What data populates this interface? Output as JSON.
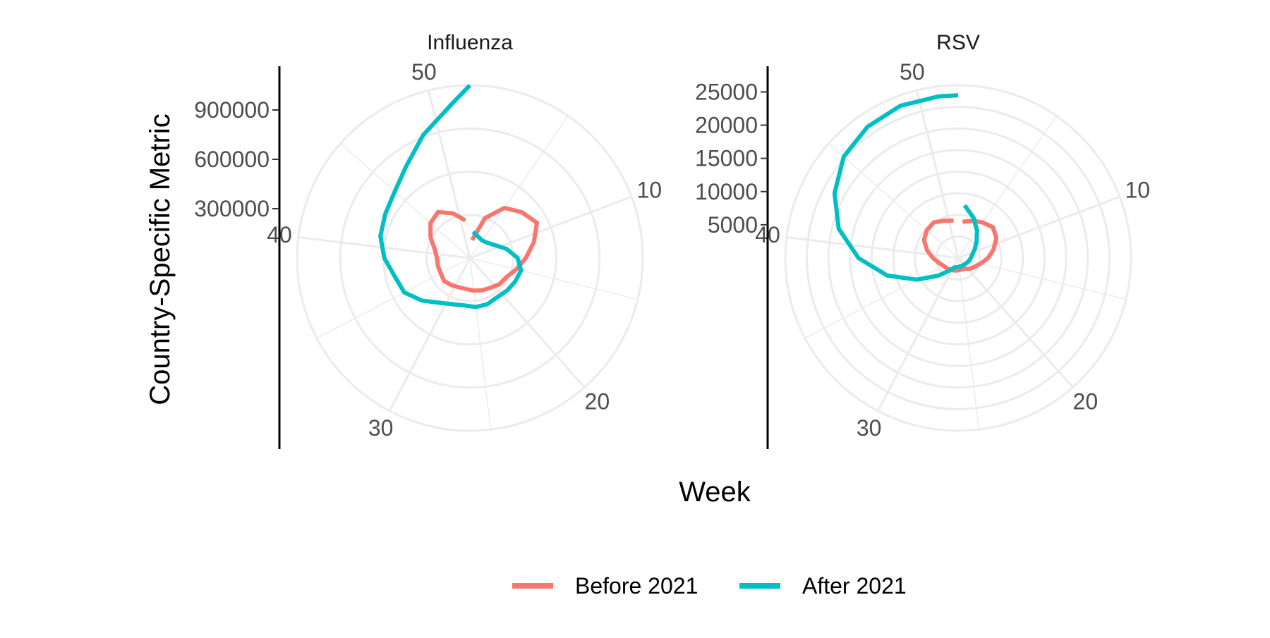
{
  "figure": {
    "xlabel": "Week",
    "ylabel": "Country-Specific Metric"
  },
  "legend": {
    "position": "bottom",
    "items": [
      {
        "label": "Before 2021",
        "color": "#F8766D"
      },
      {
        "label": "After 2021",
        "color": "#00BFC4"
      }
    ]
  },
  "chart_data": [
    {
      "type": "line",
      "coordinates": "polar",
      "title": "Influenza",
      "theta_ticks": [
        10,
        20,
        30,
        40,
        50
      ],
      "r_ticks": [
        300000,
        600000,
        900000
      ],
      "grid": true,
      "series": [
        {
          "name": "Before 2021",
          "color": "#F8766D",
          "x": [
            1,
            3,
            5,
            7,
            9,
            11,
            13,
            15,
            17,
            19,
            21,
            23,
            25,
            27,
            29,
            31,
            33,
            35,
            37,
            39,
            41,
            43,
            45,
            47,
            49,
            51
          ],
          "values": [
            110000,
            260000,
            370000,
            420000,
            460000,
            400000,
            340000,
            290000,
            250000,
            240000,
            220000,
            210000,
            200000,
            190000,
            190000,
            200000,
            210000,
            200000,
            200000,
            200000,
            220000,
            270000,
            320000,
            340000,
            290000,
            230000
          ]
        },
        {
          "name": "After 2021",
          "color": "#00BFC4",
          "x": [
            1,
            3,
            5,
            7,
            9,
            11,
            13,
            15,
            17,
            19,
            21,
            23,
            25,
            27,
            29,
            31,
            33,
            35,
            37,
            39,
            41,
            43,
            45,
            47,
            49,
            51,
            52
          ],
          "values": [
            160000,
            140000,
            130000,
            140000,
            170000,
            230000,
            290000,
            320000,
            310000,
            300000,
            290000,
            300000,
            300000,
            290000,
            300000,
            330000,
            390000,
            450000,
            470000,
            520000,
            560000,
            580000,
            610000,
            680000,
            800000,
            940000,
            1050000
          ]
        }
      ]
    },
    {
      "type": "line",
      "coordinates": "polar",
      "title": "RSV",
      "theta_ticks": [
        10,
        20,
        30,
        40,
        50
      ],
      "r_ticks": [
        5000,
        10000,
        15000,
        20000,
        25000
      ],
      "grid": true,
      "series": [
        {
          "name": "Before 2021",
          "color": "#F8766D",
          "x": [
            1,
            3,
            5,
            7,
            9,
            11,
            13,
            15,
            17,
            19,
            21,
            23,
            25,
            27,
            29,
            31,
            33,
            35,
            37,
            39,
            41,
            43,
            45,
            47,
            49,
            51
          ],
          "values": [
            5500,
            6000,
            6500,
            7000,
            6500,
            5500,
            4500,
            3500,
            2800,
            2400,
            2000,
            1800,
            1800,
            1900,
            2000,
            2100,
            2300,
            2500,
            3000,
            3800,
            4800,
            5800,
            6300,
            6500,
            6000,
            5700
          ]
        },
        {
          "name": "After 2021",
          "color": "#00BFC4",
          "x": [
            1,
            3,
            5,
            7,
            9,
            11,
            13,
            15,
            17,
            19,
            21,
            23,
            25,
            27,
            29,
            31,
            33,
            35,
            37,
            39,
            41,
            43,
            45,
            47,
            49,
            51,
            52
          ],
          "values": [
            8000,
            6500,
            5000,
            3700,
            2800,
            2200,
            1900,
            1700,
            1500,
            1400,
            1300,
            1300,
            1300,
            1400,
            1500,
            2300,
            4000,
            7000,
            11000,
            15000,
            18500,
            21000,
            23000,
            24000,
            24500,
            24500,
            24500
          ]
        }
      ]
    }
  ]
}
